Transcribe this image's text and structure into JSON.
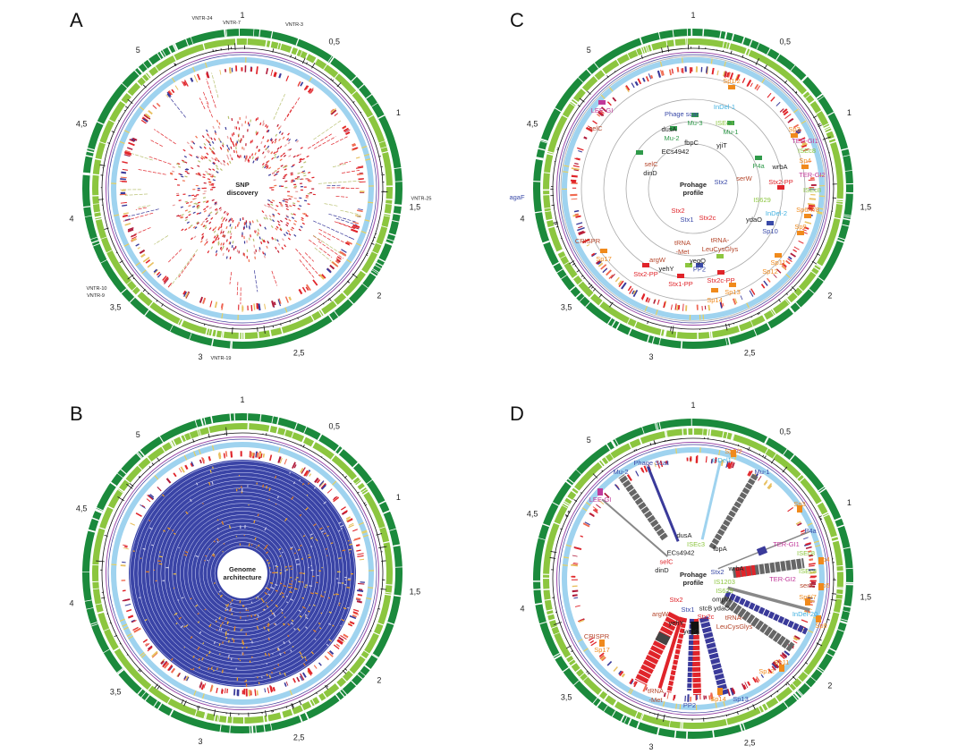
{
  "colors": {
    "dark_green": "#1b8a3c",
    "light_green": "#8cc63f",
    "light_blue": "#9fd3ef",
    "purple": "#9a4aa8",
    "navy": "#3a3a9a",
    "genome_blue": "#3a44a6",
    "orange": "#f08a1c",
    "red": "#e0242a",
    "magenta": "#c0399a"
  },
  "scale_labels": [
    "1",
    "0,5",
    "1",
    "1,5",
    "2",
    "2,5",
    "3",
    "3,5",
    "4",
    "4,5",
    "5"
  ],
  "panels": [
    {
      "letter": "A",
      "center_title": [
        "SNP",
        "discovery"
      ],
      "labels": [
        {
          "text": "VNTR-24",
          "color": "#222"
        },
        {
          "text": "VNTR-7",
          "color": "#222"
        },
        {
          "text": "VNTR-3",
          "color": "#222"
        },
        {
          "text": "VNTR-25",
          "color": "#222"
        },
        {
          "text": "VNTR-10",
          "color": "#222"
        },
        {
          "text": "VNTR-9",
          "color": "#222"
        },
        {
          "text": "VNTR-19",
          "color": "#222"
        }
      ]
    },
    {
      "letter": "B",
      "center_title": [
        "Genome",
        "architecture"
      ],
      "labels": []
    },
    {
      "letter": "C",
      "center_title": [
        "Prohage",
        "profile"
      ],
      "labels": [
        {
          "text": "Sp1/2",
          "color": "#f08a1c"
        },
        {
          "text": "InDel-1",
          "color": "#3fb0e0"
        },
        {
          "text": "ISEc3",
          "color": "#8cc63f"
        },
        {
          "text": "Phage scar",
          "color": "#3a4aa8"
        },
        {
          "text": "Mu-3",
          "color": "#2f9a4a"
        },
        {
          "text": "dusA",
          "color": "#222"
        },
        {
          "text": "Mu-1",
          "color": "#2f9a4a"
        },
        {
          "text": "Mu-2",
          "color": "#2f9a4a"
        },
        {
          "text": "fbpC",
          "color": "#222"
        },
        {
          "text": "yjiT",
          "color": "#222"
        },
        {
          "text": "ECs4942",
          "color": "#222"
        },
        {
          "text": "LEE-GI",
          "color": "#c0399a"
        },
        {
          "text": "selC",
          "color": "#b5452a"
        },
        {
          "text": "Sp3",
          "color": "#f08a1c"
        },
        {
          "text": "TER-GI1",
          "color": "#c0399a"
        },
        {
          "text": "ISEc8",
          "color": "#8cc63f"
        },
        {
          "text": "Sp4",
          "color": "#f08a1c"
        },
        {
          "text": "TER-GI2",
          "color": "#c0399a"
        },
        {
          "text": "ISEc8",
          "color": "#8cc63f"
        },
        {
          "text": "Stx2-PP",
          "color": "#e0242a"
        },
        {
          "text": "wrbA",
          "color": "#222"
        },
        {
          "text": "P4a",
          "color": "#2f9a4a"
        },
        {
          "text": "serW",
          "color": "#b5452a"
        },
        {
          "text": "Stx2",
          "color": "#3a4aa8"
        },
        {
          "text": "selC",
          "color": "#b5452a"
        },
        {
          "text": "dinD",
          "color": "#222"
        },
        {
          "text": "IS629",
          "color": "#8cc63f"
        },
        {
          "text": "InDel-2",
          "color": "#3fb0e0"
        },
        {
          "text": "Sp6/7/8",
          "color": "#f08a1c"
        },
        {
          "text": "Sp9",
          "color": "#f08a1c"
        },
        {
          "text": "ydaO",
          "color": "#222"
        },
        {
          "text": "Sp10",
          "color": "#3a4aa8"
        },
        {
          "text": "Stx2",
          "color": "#e0242a"
        },
        {
          "text": "Stx1",
          "color": "#3a4aa8"
        },
        {
          "text": "Stx2c",
          "color": "#e0242a"
        },
        {
          "text": "CRISPR",
          "color": "#b5452a"
        },
        {
          "text": "Sp17",
          "color": "#f08a1c"
        },
        {
          "text": "tRNA",
          "color": "#b5452a"
        },
        {
          "text": "-Met",
          "color": "#b5452a"
        },
        {
          "text": "tRNA-",
          "color": "#b5452a"
        },
        {
          "text": "LeuCysGlys",
          "color": "#b5452a"
        },
        {
          "text": "argW",
          "color": "#b5452a"
        },
        {
          "text": "yegQ",
          "color": "#222"
        },
        {
          "text": "PP2",
          "color": "#3a4aa8"
        },
        {
          "text": "yehY",
          "color": "#222"
        },
        {
          "text": "Stx2-PP",
          "color": "#e0242a"
        },
        {
          "text": "Stx1-PP",
          "color": "#e0242a"
        },
        {
          "text": "Stx2c-PP",
          "color": "#e0242a"
        },
        {
          "text": "Sp11",
          "color": "#f08a1c"
        },
        {
          "text": "Sp12",
          "color": "#f08a1c"
        },
        {
          "text": "Sp13",
          "color": "#f08a1c"
        },
        {
          "text": "Sp14",
          "color": "#f08a1c"
        },
        {
          "text": "agaF",
          "color": "#3a4aa8"
        }
      ]
    },
    {
      "letter": "D",
      "center_title": [
        "Prohage",
        "profile"
      ],
      "labels": [
        {
          "text": "Sp1/2",
          "color": "#f08a1c"
        },
        {
          "text": "InDel1",
          "color": "#3fb0e0"
        },
        {
          "text": "Phage Scar",
          "color": "#3a4aa8"
        },
        {
          "text": "Mu-2",
          "color": "#3a4aa8"
        },
        {
          "text": "Mu-1",
          "color": "#3a4aa8"
        },
        {
          "text": "LEE-GI",
          "color": "#c0399a"
        },
        {
          "text": "Sp3",
          "color": "#f08a1c"
        },
        {
          "text": "dusA",
          "color": "#222"
        },
        {
          "text": "ISEc3",
          "color": "#8cc63f"
        },
        {
          "text": "ECs4942",
          "color": "#222"
        },
        {
          "text": "fbpA",
          "color": "#222"
        },
        {
          "text": "P4a",
          "color": "#3a4aa8"
        },
        {
          "text": "TER-GI1",
          "color": "#c0399a"
        },
        {
          "text": "ISEc8",
          "color": "#8cc63f"
        },
        {
          "text": "Sp4",
          "color": "#f08a1c"
        },
        {
          "text": "selC",
          "color": "#e0242a"
        },
        {
          "text": "dinD",
          "color": "#222"
        },
        {
          "text": "wrbA",
          "color": "#222"
        },
        {
          "text": "Stx2",
          "color": "#3a4aa8"
        },
        {
          "text": "ISEc8",
          "color": "#8cc63f"
        },
        {
          "text": "TER-GI2",
          "color": "#c0399a"
        },
        {
          "text": "serX",
          "color": "#b5452a"
        },
        {
          "text": "Sp5",
          "color": "#f08a1c"
        },
        {
          "text": "IS1203",
          "color": "#8cc63f"
        },
        {
          "text": "IS629",
          "color": "#8cc63f"
        },
        {
          "text": "Sp6/7",
          "color": "#f08a1c"
        },
        {
          "text": "ompW",
          "color": "#222"
        },
        {
          "text": "ydaO",
          "color": "#222"
        },
        {
          "text": "InDel-20",
          "color": "#3fb0e0"
        },
        {
          "text": "Sp9",
          "color": "#f08a1c"
        },
        {
          "text": "Stx2",
          "color": "#e0242a"
        },
        {
          "text": "Stx1",
          "color": "#3a4aa8"
        },
        {
          "text": "Stx2c",
          "color": "#e0242a"
        },
        {
          "text": "argW",
          "color": "#b5452a"
        },
        {
          "text": "yehY",
          "color": "#222"
        },
        {
          "text": "yegQ",
          "color": "#222"
        },
        {
          "text": "stcB",
          "color": "#222"
        },
        {
          "text": "tRNA-",
          "color": "#b5452a"
        },
        {
          "text": "LeuCysGlys",
          "color": "#b5452a"
        },
        {
          "text": "CRISPR",
          "color": "#b5452a"
        },
        {
          "text": "Sp17",
          "color": "#f08a1c"
        },
        {
          "text": "Sp11",
          "color": "#f08a1c"
        },
        {
          "text": "Sp12",
          "color": "#f08a1c"
        },
        {
          "text": "tRNA",
          "color": "#b5452a"
        },
        {
          "text": "-Met",
          "color": "#b5452a"
        },
        {
          "text": "PP2",
          "color": "#3a4aa8"
        },
        {
          "text": "Sp14",
          "color": "#f08a1c"
        },
        {
          "text": "Sp13",
          "color": "#3a4aa8"
        }
      ]
    }
  ]
}
